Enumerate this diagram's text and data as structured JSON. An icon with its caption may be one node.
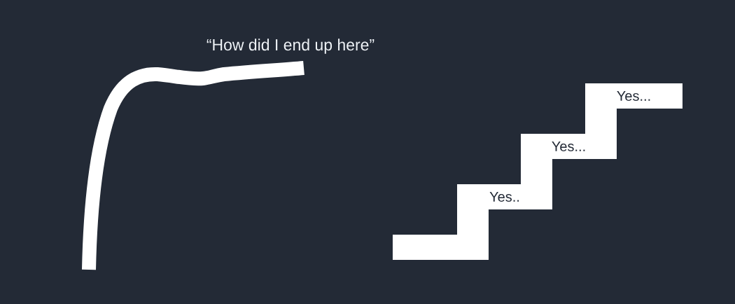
{
  "diagram": {
    "nodes": [
      {
        "text": [],
        "shape": "bar"
      },
      {
        "text": [
          "Yes.."
        ]
      },
      {
        "text": [
          "Yes..."
        ]
      },
      {
        "text": [
          "Yes..."
        ]
      }
    ],
    "labels": [
      "“How did I end up here”"
    ]
  }
}
